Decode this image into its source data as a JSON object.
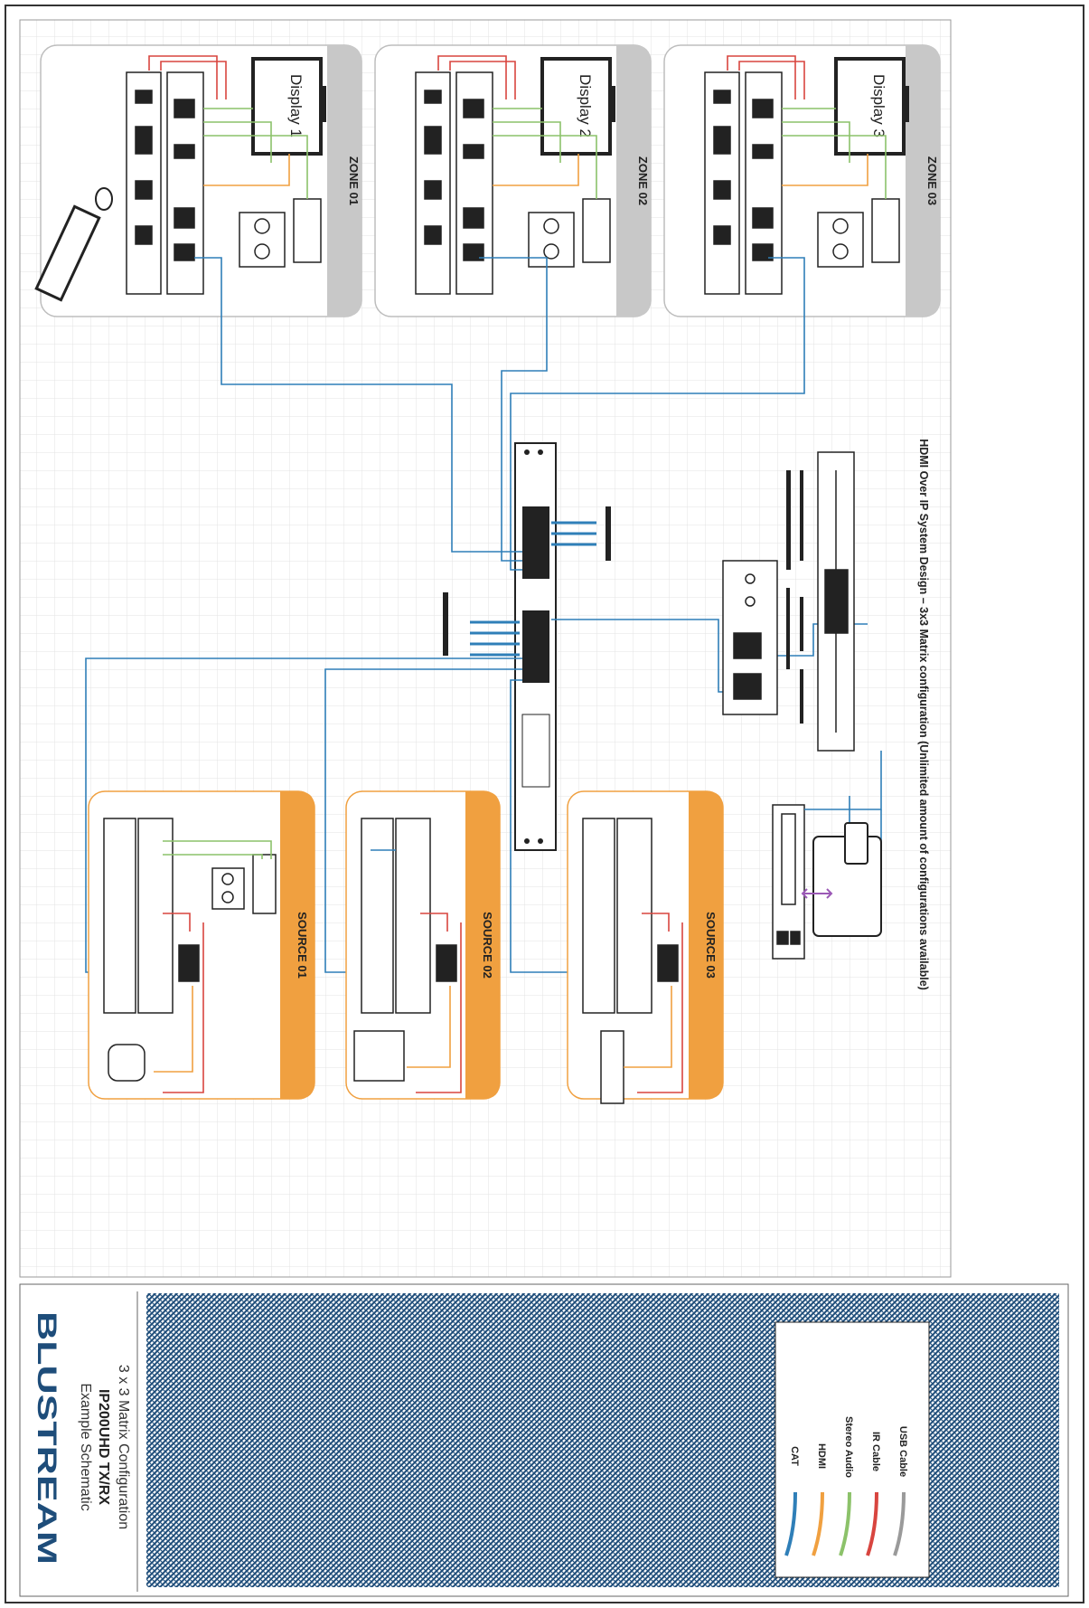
{
  "title_block": {
    "logo": "BLUSTREAM",
    "heading": "Example Schematic",
    "model": "IP200UHD TX/RX",
    "config": "3 x 3 Matrix Configuration"
  },
  "zones": [
    {
      "label": "ZONE 01",
      "display": "Display 1"
    },
    {
      "label": "ZONE 02",
      "display": "Display 2"
    },
    {
      "label": "ZONE 03",
      "display": "Display 3"
    }
  ],
  "sources": [
    {
      "label": "SOURCE 01"
    },
    {
      "label": "SOURCE 02"
    },
    {
      "label": "SOURCE 03"
    }
  ],
  "caption": "HDMI Over IP System Design – 3x3 Matrix configuration (Unlimited amount of configurations available)",
  "legend": [
    {
      "label": "CAT",
      "color": "#2f7fb8"
    },
    {
      "label": "HDMI",
      "color": "#f0a040"
    },
    {
      "label": "Stereo Audio",
      "color": "#8cc26a"
    },
    {
      "label": "IR Cable",
      "color": "#d8453f"
    },
    {
      "label": "USB Cable",
      "color": "#9a9a9a"
    }
  ],
  "colors": {
    "zone_band": "#c8c8c8",
    "source_band": "#f0a040",
    "hatch": "#1e4d7a",
    "cat": "#2f7fb8",
    "hdmi": "#f0a040",
    "audio": "#8cc26a",
    "ir": "#d8453f",
    "usb": "#9a9a9a"
  }
}
